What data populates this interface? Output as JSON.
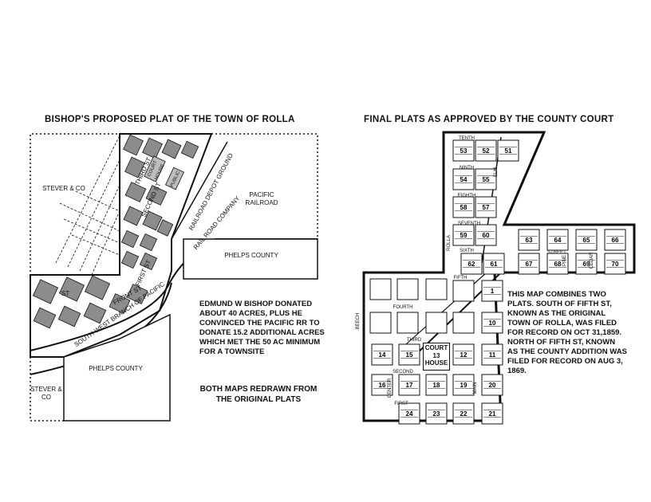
{
  "left_map": {
    "title": "BISHOP'S PROPOSED PLAT OF THE TOWN OF ROLLA",
    "labels": {
      "stever_top": "STEVER & CO",
      "stever_bottom": "STEVER & CO",
      "pacific_railroad": "PACIFIC RAILROAD",
      "phelps_county_right": "PHELPS COUNTY",
      "phelps_county_bottom": "PHELPS COUNTY",
      "railroad_depot_ground": "RAILROAD DEPOT GROUND",
      "rail_road_company": "RAIL ROAD COMPANY",
      "south_west_branch": "SOUTH WEST BRANCH OF PACIFIC",
      "front_st": "FRONT ST",
      "second_st": "SECOND ST",
      "third_st": "THIRD ST",
      "first_st": "FIRST ST",
      "st": "ST",
      "court_house": "COURT HOUSE",
      "public": "PUBLIC"
    },
    "note": "EDMUND W BISHOP DONATED ABOUT 40 ACRES, PLUS HE CONVINCED THE PACIFIC RR TO DONATE 15.2 ADDITIONAL ACRES WHICH MET THE 50 AC MINIMUM FOR A TOWNSITE",
    "redrawn_note": "BOTH MAPS REDRAWN FROM THE ORIGINAL PLATS"
  },
  "right_map": {
    "title": "FINAL PLATS AS APPROVED BY THE COUNTY COURT",
    "streets": {
      "tenth": "TENTH",
      "ninth": "NINTH",
      "eighth": "EIGHTH",
      "seventh": "SEVENTH",
      "sixth": "SIXTH",
      "fifth": "FIFTH",
      "fourth": "FOURTH",
      "third": "THIRD",
      "second": "SECOND",
      "first": "FIRST",
      "street": "STREET",
      "st": "ST",
      "rolla": "ROLLA",
      "main": "MAIN",
      "elm": "ELM",
      "pine": "PINE",
      "beech": "BEECH",
      "cedar": "CEDAR",
      "center": "CENTER"
    },
    "court_house": {
      "line1": "COURT",
      "line2": "13",
      "line3": "HOUSE"
    },
    "block_numbers": [
      "53",
      "52",
      "51",
      "54",
      "55",
      "58",
      "57",
      "59",
      "60",
      "61",
      "62",
      "63",
      "64",
      "65",
      "66",
      "67",
      "68",
      "69",
      "70",
      "1",
      "10",
      "11",
      "12",
      "14",
      "15",
      "16",
      "17",
      "18",
      "19",
      "20",
      "21",
      "22",
      "23",
      "24"
    ],
    "note": "THIS MAP COMBINES TWO PLATS. SOUTH OF FIFTH ST, KNOWN AS THE ORIGINAL TOWN OF ROLLA, WAS FILED FOR RECORD ON OCT 31,1859. NORTH OF FIFTH ST, KNOWN AS THE COUNTY ADDITION WAS FILED FOR RECORD ON AUG 3, 1869."
  },
  "colors": {
    "ink": "#111111",
    "block_fill": "#8c8c8c",
    "paper": "#ffffff"
  }
}
